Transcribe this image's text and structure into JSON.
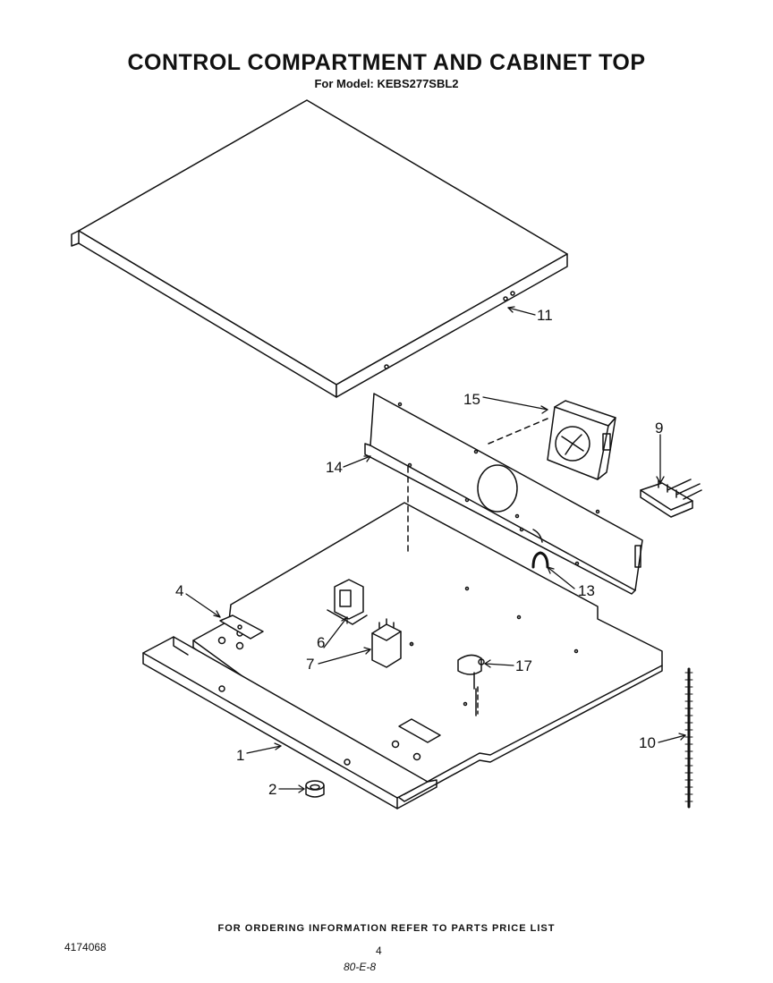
{
  "header": {
    "title": "CONTROL COMPARTMENT AND CABINET TOP",
    "subtitle": "For Model: KEBS277SBL2"
  },
  "callouts": {
    "c1": "1",
    "c2": "2",
    "c4": "4",
    "c6": "6",
    "c7": "7",
    "c9": "9",
    "c10": "10",
    "c11": "11",
    "c13": "13",
    "c14": "14",
    "c15": "15",
    "c17": "17"
  },
  "footer": {
    "ordering_note": "FOR ORDERING INFORMATION REFER TO PARTS PRICE LIST",
    "doc_number": "4174068",
    "page_number": "4",
    "handwritten_date": "80-E-8"
  }
}
